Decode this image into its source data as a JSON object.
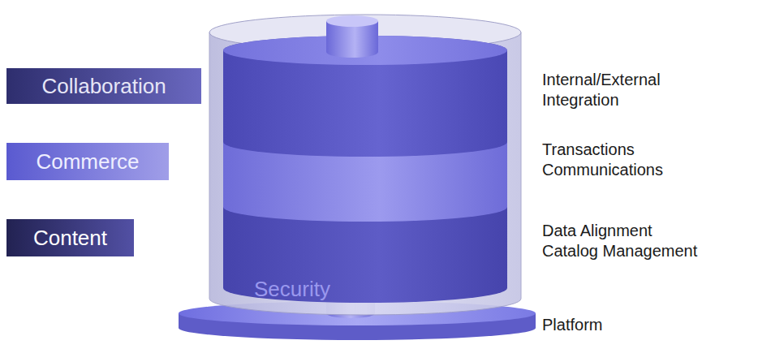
{
  "diagram": {
    "nodes": [
      {
        "text": [
          "Collaboration"
        ]
      },
      {
        "text": [
          "Commerce"
        ]
      },
      {
        "text": [
          "Content"
        ]
      },
      {
        "text": [
          "Security"
        ]
      }
    ],
    "labels": [
      "Internal/External Integration",
      "Transactions Communications",
      "Data Alignment Catalog Management",
      "Platform"
    ]
  }
}
